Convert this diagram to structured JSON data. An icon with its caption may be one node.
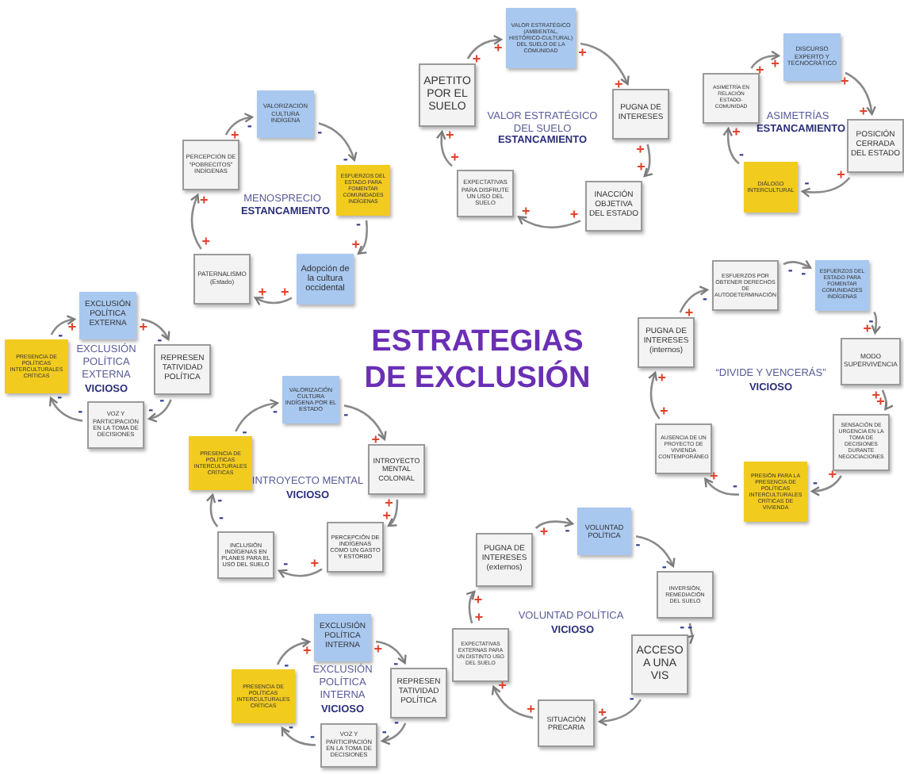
{
  "diagram": {
    "title": "ESTRATEGIAS DE EXCLUSIÓN",
    "nodes": [
      {
        "text": [
          "VALOR ESTRATÉGICO (AMBIENTAL, HISTÓRICO-CULTURAL) DEL SUELO DE LA COMUNIDAD"
        ],
        "beside": [
          "+",
          "+"
        ]
      },
      {
        "text": [
          "PUGNA DE INTERESES"
        ],
        "beside": [
          "+",
          "+"
        ]
      },
      {
        "text": [
          "INACCIÓN OBJETIVA DEL ESTADO"
        ],
        "beside": [
          "+",
          "+"
        ]
      },
      {
        "text": [
          "EXPECTATIVAS PARA DISFRUTE UN USO DEL SUELO"
        ],
        "beside": [
          "+",
          "+"
        ]
      },
      {
        "text": [
          "APETITO POR EL SUELO"
        ],
        "beside": [
          "+",
          "+"
        ]
      },
      {
        "text": [
          "ASIMETRÍA EN RELACIÓN ESTADO-COMUNIDAD"
        ],
        "beside": [
          "+",
          "+"
        ]
      },
      {
        "text": [
          "DISCURSO EXPERTO Y TECNOCRÁTICO"
        ],
        "beside": [
          "+",
          "+"
        ]
      },
      {
        "text": [
          "POSICIÓN CERRADA DEL ESTADO"
        ],
        "beside": [
          "+",
          "+"
        ]
      },
      {
        "text": [
          "DIÁLOGO INTERCULTURAL"
        ],
        "beside": [
          "-",
          "-"
        ]
      },
      {
        "text": [
          "PERCEPCIÓN DE “POBRECITOS” INDÍGENAS"
        ],
        "beside": [
          "+",
          "+"
        ]
      },
      {
        "text": [
          "VALORIZACIÓN CULTURA INDÍGENA"
        ],
        "beside": [
          "-",
          "-"
        ]
      },
      {
        "text": [
          "ESFUERZOS DEL ESTADO PARA FOMENTAR COMUNIDADES INDÍGENAS"
        ],
        "beside": [
          "-",
          "-"
        ]
      },
      {
        "text": [
          "Adopción de la cultura occidental"
        ],
        "beside": [
          "+",
          "+"
        ]
      },
      {
        "text": [
          "PATERNALISMO (Estado)"
        ],
        "beside": [
          "+",
          "+"
        ]
      },
      {
        "text": [
          "EXCLUSIÓN POLÍTICA EXTERNA"
        ],
        "beside": [
          "+",
          "+"
        ]
      },
      {
        "text": [
          "REPRESEN TATIVIDAD POLÍTICA"
        ],
        "beside": [
          "-",
          "-"
        ]
      },
      {
        "text": [
          "VOZ Y PARTICIPACIÓN EN LA TOMA DE DECISIONES"
        ],
        "beside": [
          "-",
          "-"
        ]
      },
      {
        "text": [
          "PRESENCIA DE POLÍTICAS INTERCULTURALES CRÍTICAS"
        ],
        "beside": [
          "-",
          "-"
        ]
      },
      {
        "text": [
          "PUGNA DE INTERESES (internos)"
        ],
        "beside": [
          "+",
          "+"
        ]
      },
      {
        "text": [
          "ESFUERZOS POR OBTENER DERECHOS DE AUTODETERMINACIÓN"
        ],
        "beside": [
          "-",
          "-"
        ]
      },
      {
        "text": [
          "ESFUERZOS DEL ESTADO PARA FOMENTAR COMUNIDADES INDÍGENAS"
        ],
        "beside": [
          "-",
          "-"
        ]
      },
      {
        "text": [
          "MODO SUPERVIVENCIA"
        ],
        "beside": [
          "+",
          "+"
        ]
      },
      {
        "text": [
          "SENSACIÓN DE URGENCIA EN LA TOMA DE DECISIONES DURANTE NEGOCIACIONES"
        ],
        "beside": [
          "+",
          "+"
        ]
      },
      {
        "text": [
          "PRESIÓN PARA LA PRESENCIA DE POLÍTICAS INTERCULTURALES CRÍTICAS DE VIVIENDA"
        ],
        "beside": [
          "-",
          "-"
        ]
      },
      {
        "text": [
          "AUSENCIA DE UN PROYECTO DE VIVIENDA CONTEMPORÁNEO"
        ],
        "beside": [
          "+",
          "+"
        ]
      },
      {
        "text": [
          "PRESENCIA DE POLÍTICAS INTERCULTURALES CRÍTICAS"
        ],
        "beside": [
          "-",
          "-"
        ]
      },
      {
        "text": [
          "VALORIZACIÓN CULTURA INDÍGENA POR EL ESTADO"
        ],
        "beside": [
          "-",
          "-"
        ]
      },
      {
        "text": [
          "INTROYECTO MENTAL COLONIAL"
        ],
        "beside": [
          "+",
          "+"
        ]
      },
      {
        "text": [
          "PERCEPCIÓN DE INDÍGENAS COMO UN GASTO Y ESTORBO"
        ],
        "beside": [
          "+",
          "+"
        ]
      },
      {
        "text": [
          "INCLUSIÓN INDÍGENAS EN PLANES PARA EL USO DEL SUELO"
        ],
        "beside": [
          "-",
          "-"
        ]
      },
      {
        "text": [
          "PUGNA DE INTERESES (externos)"
        ],
        "beside": [
          "+",
          "+"
        ]
      },
      {
        "text": [
          "VOLUNTAD POLÍTICA"
        ],
        "beside": [
          "-",
          "-"
        ]
      },
      {
        "text": [
          "INVERSIÓN, REMEDIACIÓN DEL SUELO"
        ],
        "beside": [
          "-",
          "-"
        ]
      },
      {
        "text": [
          "ACCESO A UNA VIS"
        ],
        "beside": [
          "-",
          "-"
        ]
      },
      {
        "text": [
          "SITUACIÓN PRECARIA"
        ],
        "beside": [
          "+",
          "+"
        ]
      },
      {
        "text": [
          "EXPECTATIVAS EXTERNAS PARA UN DISTINTO USO DEL SUELO"
        ],
        "beside": [
          "+",
          "+"
        ]
      },
      {
        "text": [
          "EXCLUSIÓN POLÍTICA INTERNA"
        ],
        "beside": [
          "+",
          "+"
        ]
      },
      {
        "text": [
          "REPRESEN TATIVIDAD POLÍTICA"
        ],
        "beside": [
          "-",
          "-"
        ]
      },
      {
        "text": [
          "VOZ Y PARTICIPACIÓN EN LA TOMA DE DECISIONES"
        ],
        "beside": [
          "-",
          "-"
        ]
      },
      {
        "text": [
          "PRESENCIA DE POLÍTICAS INTERCULTURALES CRÍTICAS"
        ],
        "beside": [
          "-",
          "-"
        ]
      }
    ],
    "edges": [
      {
        "from": 4,
        "to": 0,
        "arrow": "to"
      },
      {
        "from": 0,
        "to": 1,
        "arrow": "to"
      },
      {
        "from": 1,
        "to": 2,
        "arrow": "to"
      },
      {
        "from": 2,
        "to": 3,
        "arrow": "to"
      },
      {
        "from": 3,
        "to": 4,
        "arrow": "to"
      },
      {
        "from": 5,
        "to": 6,
        "arrow": "to"
      },
      {
        "from": 6,
        "to": 7,
        "arrow": "to"
      },
      {
        "from": 7,
        "to": 8,
        "arrow": "to"
      },
      {
        "from": 8,
        "to": 5,
        "arrow": "to"
      },
      {
        "from": 9,
        "to": 10,
        "arrow": "to"
      },
      {
        "from": 10,
        "to": 11,
        "arrow": "to"
      },
      {
        "from": 11,
        "to": 12,
        "arrow": "to"
      },
      {
        "from": 12,
        "to": 13,
        "arrow": "to"
      },
      {
        "from": 13,
        "to": 9,
        "arrow": "to"
      },
      {
        "from": 14,
        "to": 15,
        "arrow": "to"
      },
      {
        "from": 15,
        "to": 16,
        "arrow": "to"
      },
      {
        "from": 16,
        "to": 17,
        "arrow": "to"
      },
      {
        "from": 17,
        "to": 14,
        "arrow": "to"
      },
      {
        "from": 18,
        "to": 19,
        "arrow": "to"
      },
      {
        "from": 19,
        "to": 20,
        "arrow": "to"
      },
      {
        "from": 20,
        "to": 21,
        "arrow": "to"
      },
      {
        "from": 21,
        "to": 22,
        "arrow": "to"
      },
      {
        "from": 22,
        "to": 23,
        "arrow": "to"
      },
      {
        "from": 23,
        "to": 24,
        "arrow": "to"
      },
      {
        "from": 24,
        "to": 18,
        "arrow": "to"
      },
      {
        "from": 25,
        "to": 26,
        "arrow": "to"
      },
      {
        "from": 26,
        "to": 27,
        "arrow": "to"
      },
      {
        "from": 27,
        "to": 28,
        "arrow": "to"
      },
      {
        "from": 28,
        "to": 29,
        "arrow": "to"
      },
      {
        "from": 29,
        "to": 25,
        "arrow": "to"
      },
      {
        "from": 30,
        "to": 31,
        "arrow": "to"
      },
      {
        "from": 31,
        "to": 32,
        "arrow": "to"
      },
      {
        "from": 32,
        "to": 33,
        "arrow": "to"
      },
      {
        "from": 33,
        "to": 34,
        "arrow": "to"
      },
      {
        "from": 34,
        "to": 35,
        "arrow": "to"
      },
      {
        "from": 35,
        "to": 30,
        "arrow": "to"
      },
      {
        "from": 36,
        "to": 37,
        "arrow": "to"
      },
      {
        "from": 37,
        "to": 38,
        "arrow": "to"
      },
      {
        "from": 38,
        "to": 39,
        "arrow": "to"
      },
      {
        "from": 39,
        "to": 36,
        "arrow": "to"
      }
    ],
    "labels": [
      "VALOR ESTRATÉGICO DEL SUELO",
      "ESTANCAMIENTO",
      "ASIMETRÍAS",
      "ESTANCAMIENTO",
      "MENOSPRECIO",
      "ESTANCAMIENTO",
      "EXCLUSIÓN POLÍTICA EXTERNA",
      "VICIOSO",
      "“DIVIDE Y VENCERÁS”",
      "VICIOSO",
      "INTROYECTO MENTAL",
      "VICIOSO",
      "VOLUNTAD POLÍTICA",
      "VICIOSO",
      "EXCLUSIÓN POLÍTICA INTERNA",
      "VICIOSO"
    ]
  }
}
